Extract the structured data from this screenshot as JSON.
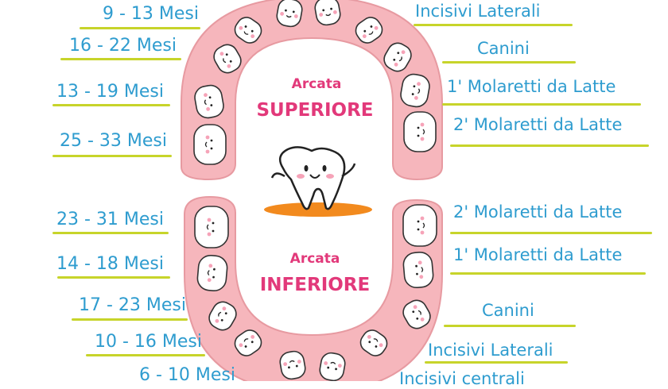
{
  "upper_arch": {
    "title_small": "Arcata",
    "title_big": "SUPERIORE",
    "ages": [
      "9 - 13 Mesi",
      "16 - 22 Mesi",
      "13 - 19 Mesi",
      "25 - 33 Mesi"
    ],
    "tooth_names": [
      "Incisivi Laterali",
      "Canini",
      "1' Molaretti da Latte",
      "2' Molaretti da Latte"
    ]
  },
  "lower_arch": {
    "title_small": "Arcata",
    "title_big": "INFERIORE",
    "ages": [
      "23 - 31 Mesi",
      "14 - 18 Mesi",
      "17 - 23 Mesi",
      "10 - 16 Mesi",
      "6 - 10 Mesi"
    ],
    "tooth_names": [
      "2' Molaretti da Latte",
      "1' Molaretti da Latte",
      "Canini",
      "Incisivi Laterali",
      "Incisivi centrali"
    ]
  },
  "colors": {
    "gum": "#f6b6bc",
    "gum_outline": "#e79aa1",
    "label_text": "#2e9ccf",
    "underline": "#c7d42a",
    "title_pink": "#e2397a",
    "mascot_shadow": "#f28a1e",
    "cheek": "#f6a3b8"
  },
  "icons": [
    "tooth-mascot-icon",
    "tooth-icon"
  ]
}
